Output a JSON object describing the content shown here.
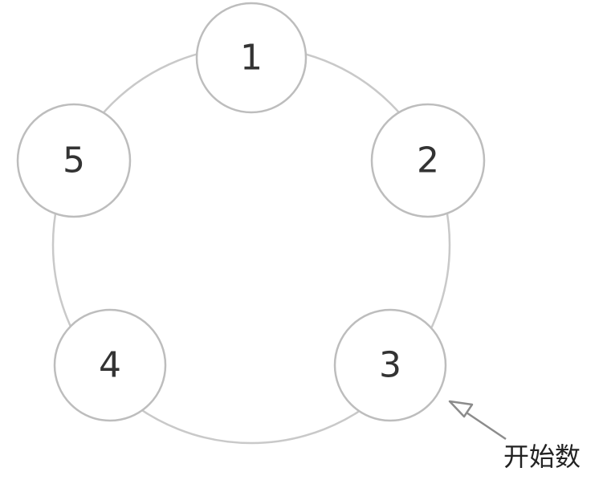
{
  "nodes": [
    {
      "label": "1"
    },
    {
      "label": "2"
    },
    {
      "label": "3"
    },
    {
      "label": "4"
    },
    {
      "label": "5"
    }
  ],
  "annotation": {
    "label": "开始数",
    "target": "3"
  },
  "colors": {
    "ring": "#c9c9c9",
    "node_stroke": "#bdbdbd",
    "node_fill": "#ffffff",
    "text": "#333333",
    "arrow": "#8c8c8c"
  }
}
